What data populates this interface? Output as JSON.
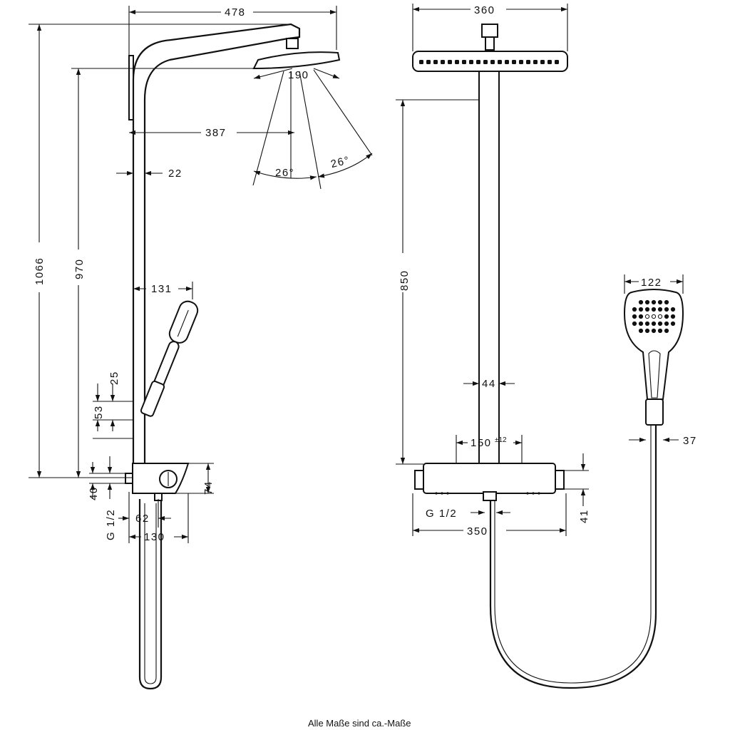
{
  "side_view": {
    "overall_height": "1066",
    "head_height": "970",
    "overall_projection": "478",
    "head_projection": "387",
    "head_diameter": "190",
    "spray_angle_left": "26°",
    "spray_angle_right": "26°",
    "pipe_diameter": "22",
    "handshower_offset": "131",
    "holder_gap": "25",
    "holder_spacing": "53",
    "thermostat_height": "74",
    "connection_offset": "40",
    "connection_thread": "G 1/2",
    "outlet_offset": "62",
    "thermostat_depth": "130"
  },
  "front_view": {
    "head_width": "360",
    "riser_height": "850",
    "pipe_width": "44",
    "center_distance": "150",
    "center_tolerance": "±12",
    "thermostat_width": "350",
    "outlet_thread": "G 1/2",
    "thermostat_offset": "41",
    "handshower_width": "122",
    "handle_diameter": "37"
  },
  "footer_note": "Alle Maße sind ca.-Maße"
}
